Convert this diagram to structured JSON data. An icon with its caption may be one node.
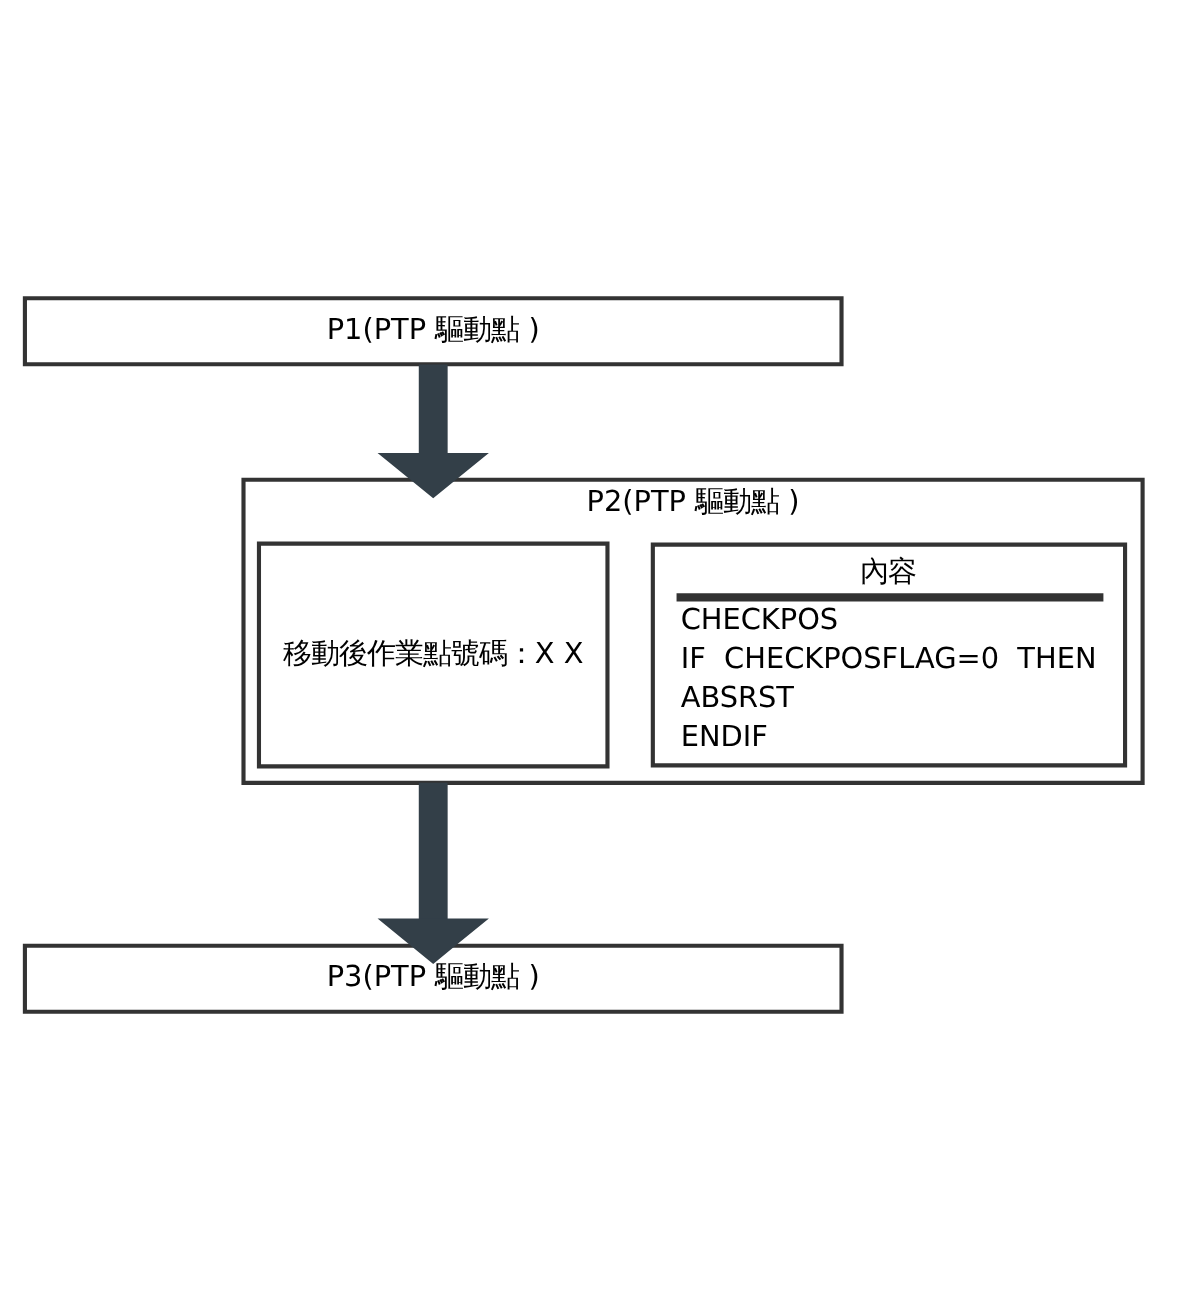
{
  "diagram": {
    "nodes": [
      {
        "text": [
          "P1(PTP 驅動點 )"
        ]
      },
      {
        "text": [
          "P2(PTP 驅動點 )"
        ]
      },
      {
        "text": [
          "移動後作業點號碼：X X"
        ],
        "in": 1
      },
      {
        "text": [
          "內容",
          "CHECKPOS",
          "IF  CHECKPOSFLAG=0  THEN",
          "ABSRST",
          "ENDIF"
        ],
        "in": 1
      },
      {
        "text": [
          "P3(PTP 驅動點 )"
        ]
      }
    ],
    "edges": [
      {
        "from": 0,
        "to": 1,
        "arrow": "to"
      },
      {
        "from": 1,
        "to": 4,
        "arrow": "to"
      }
    ]
  }
}
